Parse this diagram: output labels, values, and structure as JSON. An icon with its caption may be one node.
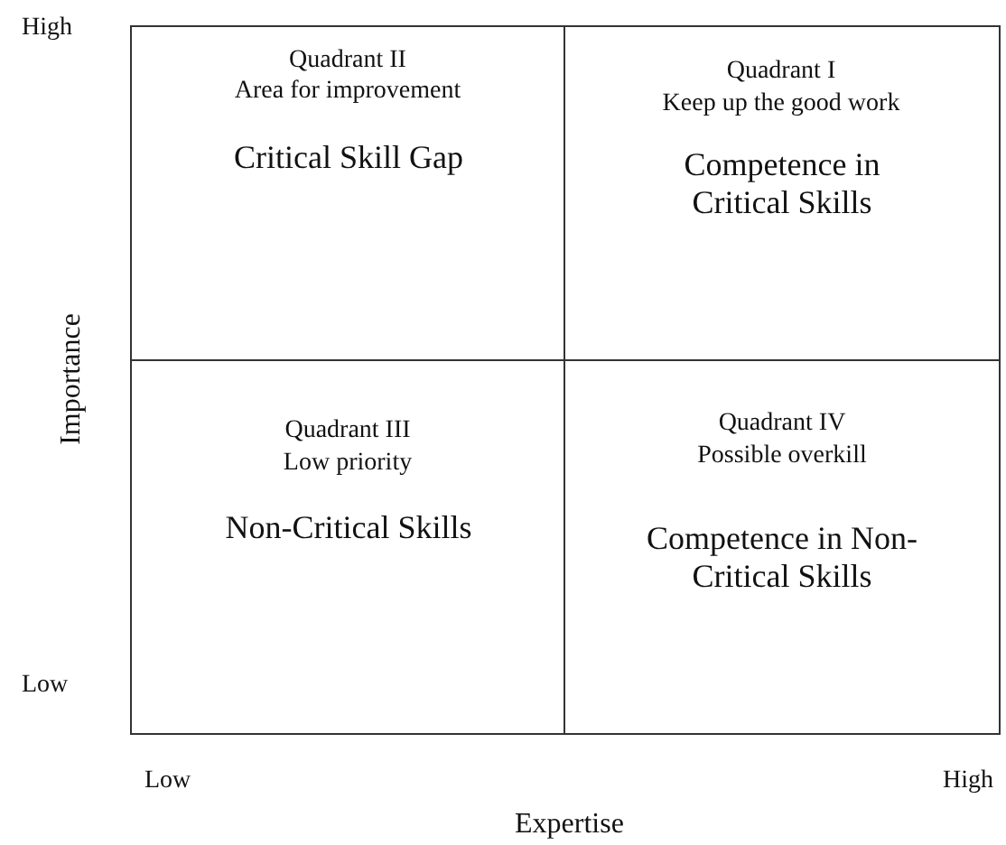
{
  "diagram": {
    "nodes": [
      {
        "text": [
          "Quadrant II",
          "Area for improvement",
          "Critical Skill Gap"
        ]
      },
      {
        "text": [
          "Quadrant I",
          "Keep up the good work",
          "Competence in Critical Skills"
        ]
      },
      {
        "text": [
          "Quadrant III",
          "Low priority",
          "Non-Critical Skills"
        ]
      },
      {
        "text": [
          "Quadrant IV",
          "Possible overkill",
          "Competence in Non-Critical Skills"
        ]
      }
    ],
    "labels": [
      "High",
      "Importance",
      "Low",
      "Low",
      "High",
      "Expertise"
    ]
  }
}
